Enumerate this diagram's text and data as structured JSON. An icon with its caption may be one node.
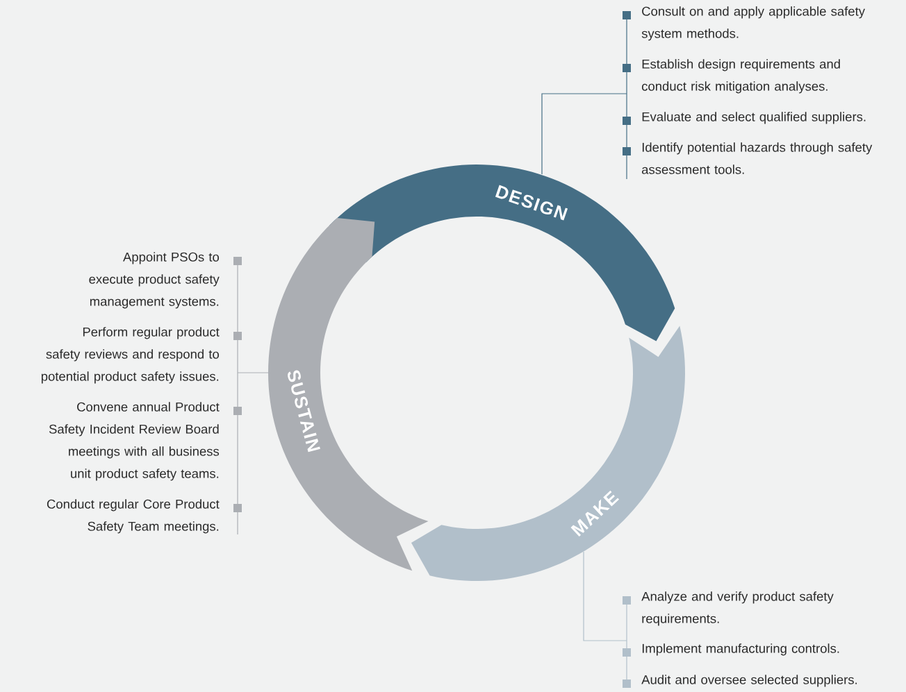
{
  "diagram": {
    "nodes": [
      {
        "text": [
          "DESIGN"
        ]
      },
      {
        "text": [
          "Consult on and apply applicable safety system methods."
        ]
      },
      {
        "text": [
          "Establish design requirements and conduct risk mitigation analyses."
        ]
      },
      {
        "text": [
          "Evaluate and select qualified suppliers."
        ]
      },
      {
        "text": [
          "Identify potential hazards through safety assessment tools."
        ]
      },
      {
        "text": [
          "MAKE"
        ]
      },
      {
        "text": [
          "Analyze and verify product safety requirements."
        ]
      },
      {
        "text": [
          "Implement manufacturing controls."
        ]
      },
      {
        "text": [
          "Audit and oversee selected suppliers."
        ]
      },
      {
        "text": [
          "SUSTAIN"
        ]
      },
      {
        "text": [
          "Appoint PSOs to execute product safety management systems."
        ]
      },
      {
        "text": [
          "Perform regular product safety reviews and respond to potential product safety issues."
        ]
      },
      {
        "text": [
          "Convene annual Product Safety Incident Review Board meetings with all business unit product safety teams."
        ]
      },
      {
        "text": [
          "Conduct regular Core Product Safety Team meetings."
        ]
      }
    ],
    "edges": [
      {
        "from": 0,
        "to": 1,
        "arrow": "none",
        "color": "#456e85"
      },
      {
        "from": 0,
        "to": 2,
        "arrow": "none",
        "color": "#456e85"
      },
      {
        "from": 0,
        "to": 3,
        "arrow": "none",
        "color": "#456e85"
      },
      {
        "from": 0,
        "to": 4,
        "arrow": "none",
        "color": "#456e85"
      },
      {
        "from": 5,
        "to": 6,
        "arrow": "none",
        "color": "#b1bfca"
      },
      {
        "from": 5,
        "to": 7,
        "arrow": "none",
        "color": "#b1bfca"
      },
      {
        "from": 5,
        "to": 8,
        "arrow": "none",
        "color": "#b1bfca"
      },
      {
        "from": 9,
        "to": 10,
        "arrow": "none",
        "color": "#abaeb3"
      },
      {
        "from": 9,
        "to": 11,
        "arrow": "none",
        "color": "#abaeb3"
      },
      {
        "from": 9,
        "to": 12,
        "arrow": "none",
        "color": "#abaeb3"
      },
      {
        "from": 9,
        "to": 13,
        "arrow": "none",
        "color": "#abaeb3"
      }
    ]
  }
}
